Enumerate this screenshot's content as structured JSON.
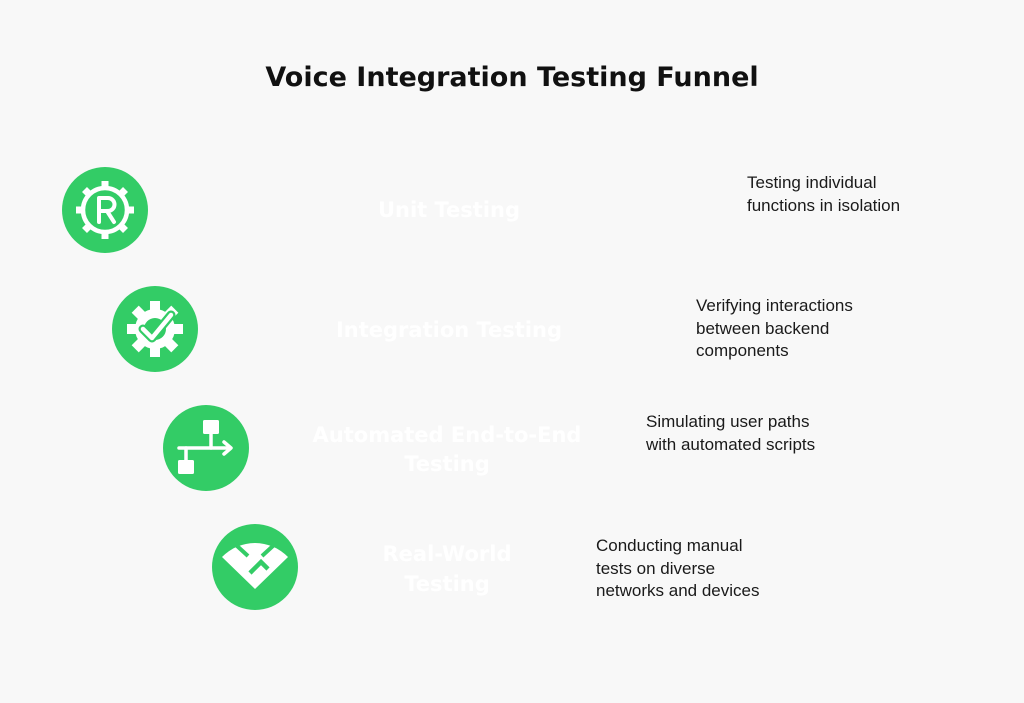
{
  "title": "Voice Integration Testing Funnel",
  "colors": {
    "accent": "#33cc66",
    "text": "#1a1a1a",
    "background": "#f8f8f8"
  },
  "stages": [
    {
      "label_lines": [
        "Unit Testing"
      ],
      "description": "Testing individual\nfunctions in isolation",
      "icon": "registered-gear-icon"
    },
    {
      "label_lines": [
        "Integration Testing"
      ],
      "description": "Verifying interactions\nbetween backend\ncomponents",
      "icon": "gear-check-icon"
    },
    {
      "label_lines": [
        "Automated End-to-End",
        "Testing"
      ],
      "description": "Simulating user paths\nwith automated scripts",
      "icon": "flow-diagram-icon"
    },
    {
      "label_lines": [
        "Real-World",
        "Testing"
      ],
      "description": "Conducting manual\ntests on diverse\nnetworks and devices",
      "icon": "network-coverage-icon"
    }
  ]
}
